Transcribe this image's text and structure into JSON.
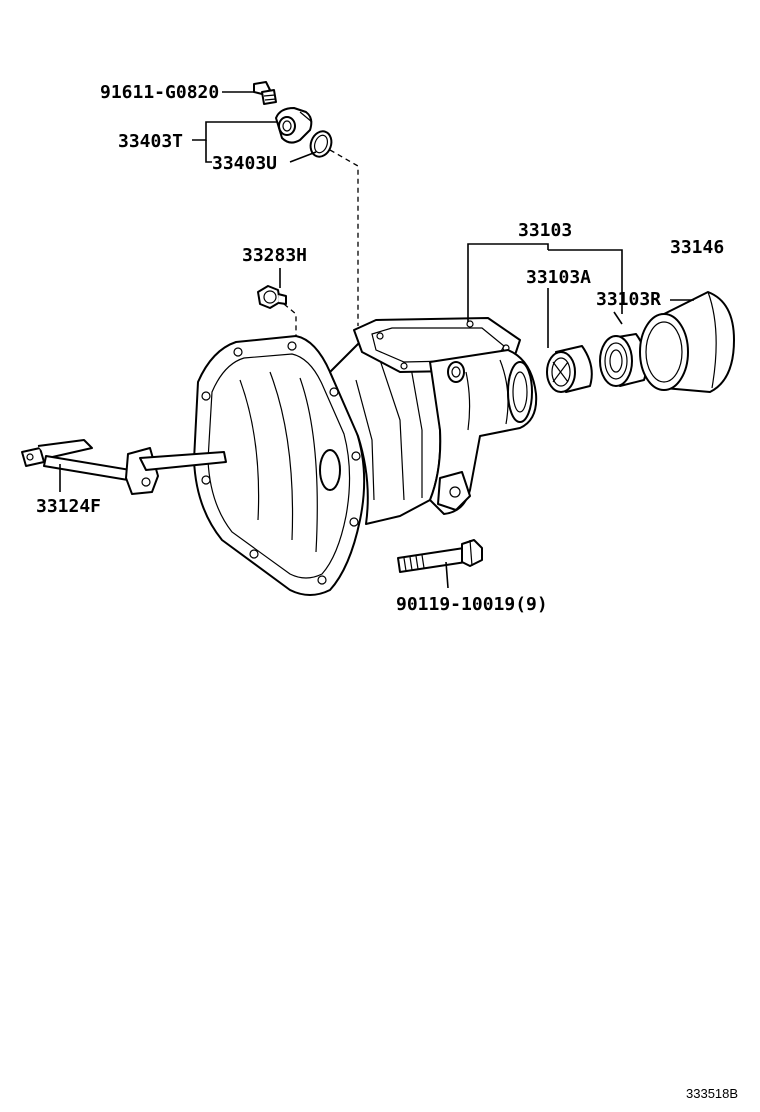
{
  "diagram": {
    "reference": "333518B",
    "labels": {
      "bolt_top": "91611-G0820",
      "sensor": "33403T",
      "oring": "33403U",
      "plug": "33283H",
      "extension": "33103",
      "bushing": "33103A",
      "seal": "33103R",
      "cover": "33146",
      "lever": "33124F",
      "bolt_main": "90119-10019(9)"
    }
  }
}
